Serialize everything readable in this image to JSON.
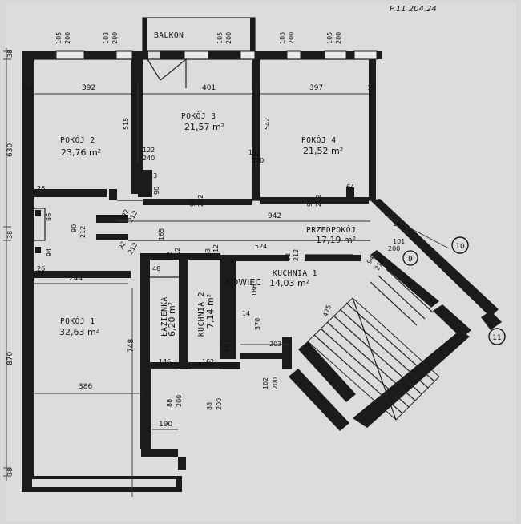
{
  "header": {
    "handwriting": "P.11 204.24"
  },
  "balcony": {
    "label": "BALKON"
  },
  "rooms": {
    "pokoj2": {
      "name": "POKÓJ 2",
      "area": "23,76 m²"
    },
    "pokoj3": {
      "name": "POKÓJ 3",
      "area": "21,57 m²"
    },
    "pokoj4": {
      "name": "POKÓJ 4",
      "area": "21,52 m²"
    },
    "pokoj1": {
      "name": "POKÓJ 1",
      "area": "32,63 m²"
    },
    "przedpokoj": {
      "name": "PRZEDPOKÓJ",
      "area": "17,19 m²"
    },
    "kuchnia1": {
      "name": "KUCHNIA 1",
      "area": "14,03 m²"
    },
    "lazienka": {
      "name": "ŁAZIENKA",
      "area": "6,20 m²"
    },
    "kuchnia2": {
      "name": "KUCHNIA 2",
      "area": "7,14 m²"
    }
  },
  "markers": {
    "m10": "10",
    "m11": "11",
    "m9": "9"
  },
  "dims": {
    "top_windows": [
      {
        "a": "105",
        "b": "200"
      },
      {
        "a": "103",
        "b": "200"
      },
      {
        "a": "105",
        "b": "200"
      },
      {
        "a": "103",
        "b": "200"
      },
      {
        "a": "105",
        "b": "200"
      }
    ],
    "left_38_top": "38",
    "left_630": "630",
    "left_38_mid": "38",
    "left_870": "870",
    "left_38_bot": "38",
    "w25": "25",
    "w392": "392",
    "w401": "401",
    "w397": "397",
    "w12": "12",
    "h515": "515",
    "h542": "542",
    "d122a": "122",
    "d240a": "240",
    "d122b": "122",
    "d240b": "240",
    "d13": "13",
    "d90a": "90",
    "d90b": "90",
    "d212a": "212",
    "d94a": "94",
    "d212b": "212",
    "d64": "64",
    "d942": "942",
    "d113": "113",
    "d26": "26",
    "d86": "86",
    "d90c": "90",
    "d212c": "212",
    "d94b": "94",
    "d92a": "92",
    "d212d": "212",
    "d165": "165",
    "d92b": "92",
    "d212e": "212",
    "d524": "524",
    "d92c": "92",
    "d212f": "212",
    "d63": "63",
    "d212g": "212",
    "d48": "48",
    "d92d": "92",
    "d212h": "212",
    "d101": "101",
    "d200a": "200",
    "d94c": "94",
    "d212i": "212",
    "d26b": "26",
    "d244": "244",
    "d748": "748",
    "d441": "441",
    "d186": "186",
    "d370": "370",
    "d14": "14",
    "d475": "475",
    "d203": "203",
    "d146": "146",
    "d162": "162",
    "d386": "386",
    "d102": "102",
    "d200b": "200",
    "d88a": "88",
    "d200c": "200",
    "d88b": "88",
    "d200d": "200",
    "d190": "190"
  },
  "watermark": {
    "text": "KOWIEC"
  }
}
